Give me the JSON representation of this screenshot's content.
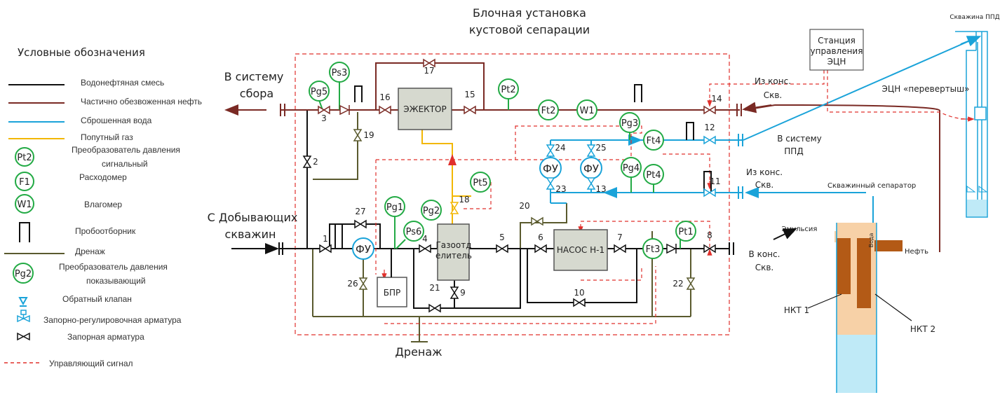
{
  "title": {
    "line1": "Блочная установка",
    "line2": "кустовой сепарации"
  },
  "legend": {
    "heading": "Условные обозначения",
    "items": {
      "oil_water": "Водонефтяная смесь",
      "partial_oil": "Частично обезвоженная нефть",
      "water": "Сброшенная вода",
      "gas": "Попутный газ",
      "pressure_sig_1": "Преобразователь давления",
      "pressure_sig_2": "сигнальный",
      "flow": "Расходомер",
      "moisture": "Влагомер",
      "sampler": "Пробоотборник",
      "drain": "Дренаж",
      "pressure_show_1": "Преобразователь давления",
      "pressure_show_2": "показывающий",
      "check_valve": "Обратный клапан",
      "control_valve": "Запорно-регулировочная арматура",
      "shutoff_valve": "Запорная арматура",
      "control_signal": "Управляющий сигнал"
    },
    "symbols": {
      "pt": "Pt2",
      "f": "F1",
      "w": "W1",
      "pg": "Pg2"
    }
  },
  "labels": {
    "to_system_1": "В систему",
    "to_system_2": "сбора",
    "from_wells_1": "С Добывающих",
    "from_wells_2": "скважин",
    "drain": "Дренаж",
    "ejector": "ЭЖЕКТОР",
    "gas_sep_1": "Газоотд",
    "gas_sep_2": "елитель",
    "pump": "НАСОС Н-1",
    "bpr": "БПР",
    "from_kons_top_1": "Из конс.",
    "from_kons_top_2": "Скв.",
    "to_ppd_1": "В систему",
    "to_ppd_2": "ППД",
    "from_kons_mid_1": "Из конс.",
    "from_kons_mid_2": "Скв.",
    "to_kons_1": "В конс.",
    "to_kons_2": "Скв.",
    "station_1": "Станция",
    "station_2": "управления",
    "station_3": "ЭЦН",
    "ppd_well": "Скважина ППД",
    "esp": "ЭЦН «перевертыш»",
    "separator": "Скважинный сепаратор",
    "emulsion": "Эмульсия",
    "water": "Вода",
    "oil": "Нефть",
    "nkt1": "НКТ 1",
    "nkt2": "НКТ 2"
  },
  "instruments": {
    "ps3": "Ps3",
    "pg5": "Pg5",
    "pt2": "Pt2",
    "ft2": "Ft2",
    "w1": "W1",
    "pg3": "Pg3",
    "ft4": "Ft4",
    "pg4": "Pg4",
    "pt4": "Pt4",
    "pt5": "Pt5",
    "pg1": "Pg1",
    "ps6": "Ps6",
    "pg2": "Pg2",
    "pt1": "Pt1",
    "ft3": "Ft3",
    "fu1": "ФУ",
    "fu24": "ФУ",
    "fu25": "ФУ"
  },
  "valves": {
    "v1": "1",
    "v2": "2",
    "v3": "3",
    "v4": "4",
    "v5": "5",
    "v6": "6",
    "v7": "7",
    "v8": "8",
    "v9": "9",
    "v10": "10",
    "v11": "11",
    "v12": "12",
    "v13": "13",
    "v14": "14",
    "v15": "15",
    "v16": "16",
    "v17": "17",
    "v18": "18",
    "v19": "19",
    "v20": "20",
    "v21": "21",
    "v22": "22",
    "v23": "23",
    "v24": "24",
    "v25": "25",
    "v26": "26",
    "v27": "27"
  },
  "colors": {
    "oil_water": "#111111",
    "partial_oil": "#7a2a24",
    "water": "#1aa3d9",
    "gas": "#f2b705",
    "drain": "#5a5a2e",
    "signal": "#e0302c",
    "gauge": "#22aa44"
  }
}
